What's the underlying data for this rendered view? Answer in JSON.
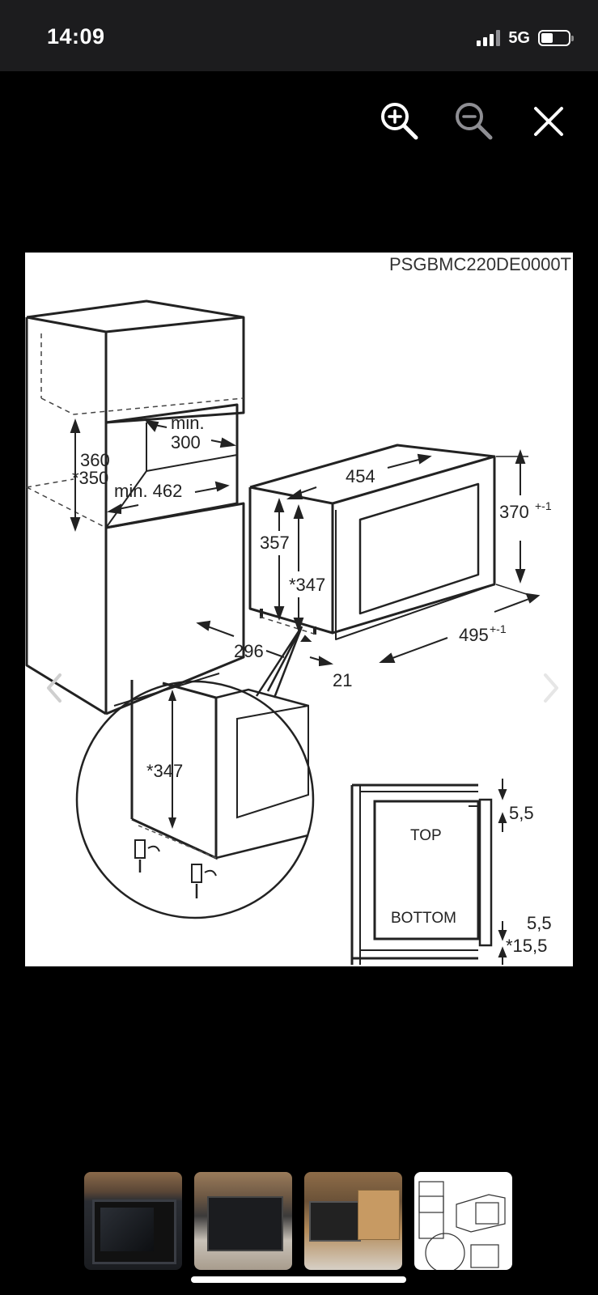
{
  "status_bar": {
    "time": "14:09",
    "network": "5G",
    "icons": [
      "signal-bars-icon",
      "battery-icon"
    ]
  },
  "toolbar": {
    "zoom_in_icon": "zoom-in-icon",
    "zoom_out_icon": "zoom-out-icon",
    "close_icon": "close-icon"
  },
  "diagram": {
    "model_code": "PSGBMC220DE0000T",
    "labels": {
      "min": "min.",
      "dim_300": "300",
      "dim_360": "360",
      "dim_350": "*350",
      "min_462": "min. 462",
      "dim_454": "454",
      "dim_370": "370",
      "sup_370": "+-1",
      "dim_357": "357",
      "dim_347": "*347",
      "dim_495": "495",
      "sup_495": "+-1",
      "dim_296": "296",
      "dim_21": "21",
      "dim_347_detail": "*347",
      "dim_5_5_top": "5,5",
      "dim_5_5_bottom": "5,5",
      "dim_15_5": "*15,5",
      "top": "TOP",
      "bottom": "BOTTOM"
    }
  },
  "navigation": {
    "prev_icon": "chevron-left-icon",
    "next_icon": "chevron-right-icon"
  },
  "thumbnails": [
    {
      "name": "thumbnail-1"
    },
    {
      "name": "thumbnail-2"
    },
    {
      "name": "thumbnail-3"
    },
    {
      "name": "thumbnail-4",
      "selected": true
    }
  ],
  "colors": {
    "background": "#000000",
    "status_bar": "#1c1c1e",
    "icon": "#ffffff"
  }
}
